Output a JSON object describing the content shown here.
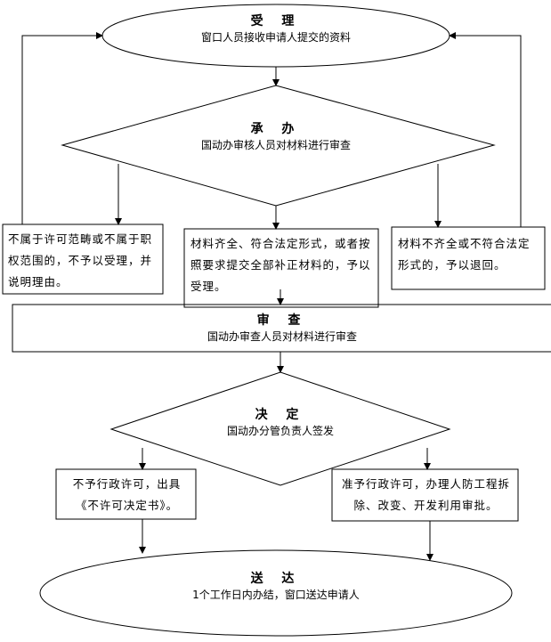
{
  "steps": {
    "accept": {
      "title": "受 理",
      "desc": "窗口人员接收申请人提交的资料"
    },
    "handle": {
      "title": "承 办",
      "desc": "国动办审核人员对材料进行审查"
    },
    "review": {
      "title": "审 查",
      "desc": "国动办审查人员对材料进行审查"
    },
    "decide": {
      "title": "决 定",
      "desc": "国动办分管负责人签发"
    },
    "deliver": {
      "title": "送 达",
      "desc": "1个工作日内办结，窗口送达申请人"
    }
  },
  "outcomes": {
    "out_of_scope": "不属于许可范畴或不属于职权范围的，不予以受理，并说明理由。",
    "complete": "材料齐全、符合法定形式，或者按照要求提交全部补正材料的，予以受理。",
    "incomplete": "材料不齐全或不符合法定形式的，予以退回。",
    "deny": "不予行政许可，出具《不许可决定书》。",
    "approve": "准予行政许可，办理人防工程拆除、改变、开发利用审批。"
  }
}
